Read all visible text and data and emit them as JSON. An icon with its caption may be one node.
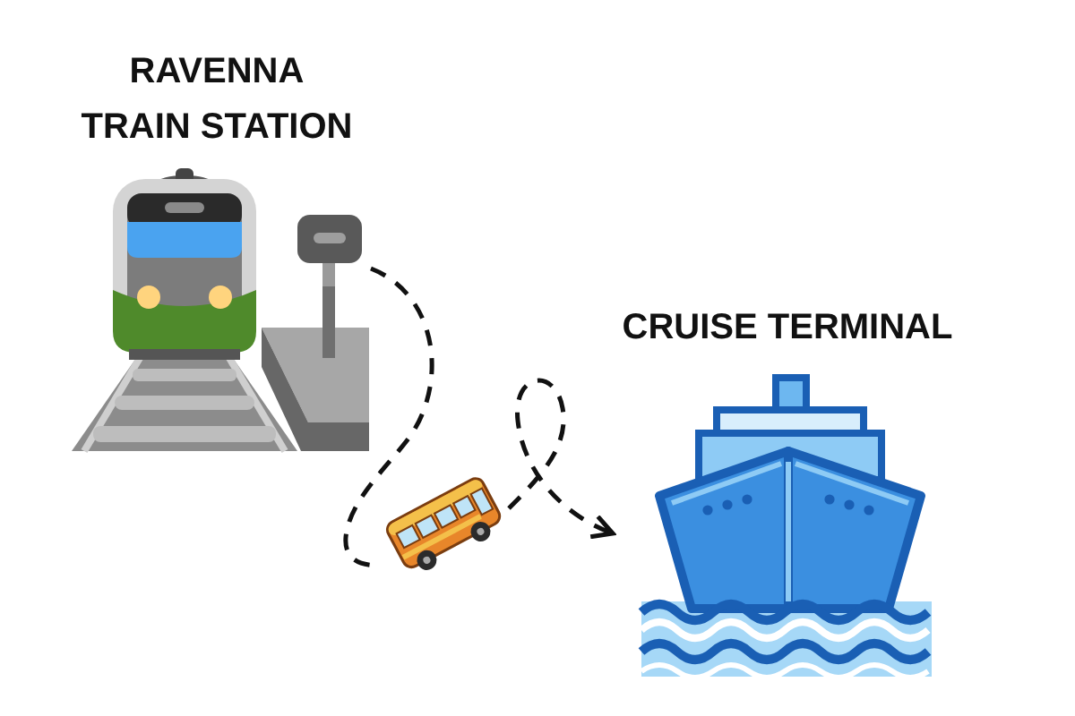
{
  "diagram": {
    "nodes": [
      {
        "text": [
          "RAVENNA TRAIN STATION"
        ]
      },
      {
        "text": [],
        "shape": "picture"
      },
      {
        "text": [
          "CRUISE TERMINAL"
        ]
      }
    ],
    "edges": [
      {
        "from": 0,
        "to": 1,
        "arrow": "none",
        "style": "dashed"
      },
      {
        "from": 1,
        "to": 2,
        "arrow": "to",
        "style": "dashed"
      }
    ]
  }
}
